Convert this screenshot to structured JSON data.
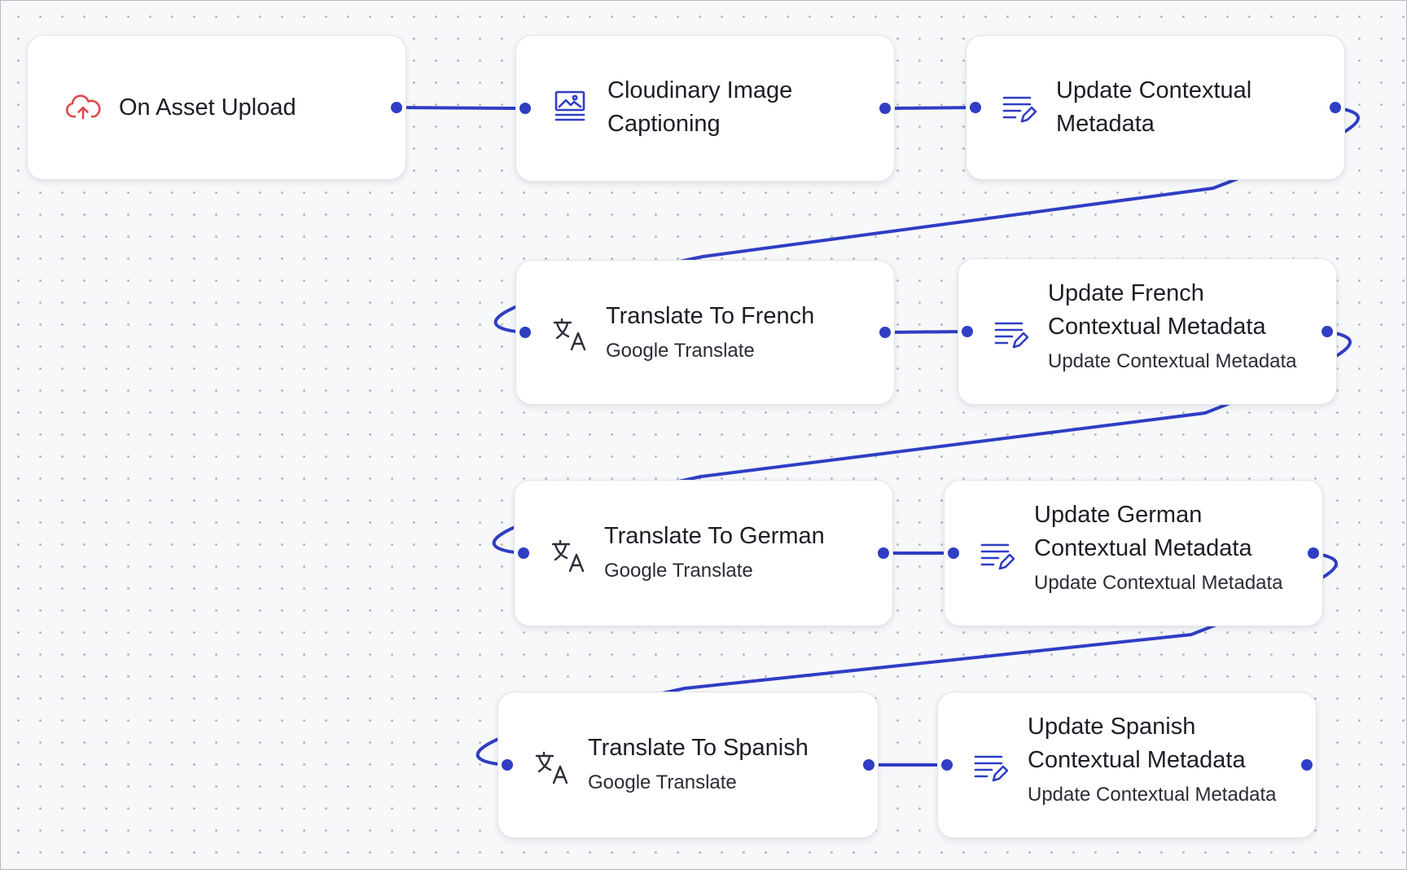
{
  "colors": {
    "edge": "#2f3ec4",
    "handle": "#2f3ec4",
    "trigger_icon": "#e0484d",
    "action_icon": "#2f3ec4",
    "translate_icon": "#2b2f3a",
    "canvas_bg": "#f7f8fa"
  },
  "nodes": [
    {
      "id": "on-asset-upload",
      "title": "On Asset Upload",
      "subtitle": "",
      "icon": "cloud-upload-icon"
    },
    {
      "id": "cloudinary-image-captioning",
      "title": "Cloudinary Image Captioning",
      "subtitle": "",
      "icon": "image-caption-icon"
    },
    {
      "id": "update-contextual-metadata",
      "title": "Update Contextual Metadata",
      "subtitle": "",
      "icon": "edit-list-icon"
    },
    {
      "id": "translate-to-french",
      "title": "Translate To French",
      "subtitle": "Google Translate",
      "icon": "translate-icon"
    },
    {
      "id": "update-french-contextual-metadata",
      "title": "Update French Contextual Metadata",
      "subtitle": "Update Contextual Metadata",
      "icon": "edit-list-icon"
    },
    {
      "id": "translate-to-german",
      "title": "Translate To German",
      "subtitle": "Google Translate",
      "icon": "translate-icon"
    },
    {
      "id": "update-german-contextual-metadata",
      "title": "Update German Contextual Metadata",
      "subtitle": "Update Contextual Metadata",
      "icon": "edit-list-icon"
    },
    {
      "id": "translate-to-spanish",
      "title": "Translate To Spanish",
      "subtitle": "Google Translate",
      "icon": "translate-icon"
    },
    {
      "id": "update-spanish-contextual-metadata",
      "title": "Update Spanish Contextual Metadata",
      "subtitle": "Update Contextual Metadata",
      "icon": "edit-list-icon"
    }
  ],
  "edges": [
    {
      "from": "on-asset-upload",
      "to": "cloudinary-image-captioning"
    },
    {
      "from": "cloudinary-image-captioning",
      "to": "update-contextual-metadata"
    },
    {
      "from": "update-contextual-metadata",
      "to": "translate-to-french"
    },
    {
      "from": "translate-to-french",
      "to": "update-french-contextual-metadata"
    },
    {
      "from": "update-french-contextual-metadata",
      "to": "translate-to-german"
    },
    {
      "from": "translate-to-german",
      "to": "update-german-contextual-metadata"
    },
    {
      "from": "update-german-contextual-metadata",
      "to": "translate-to-spanish"
    },
    {
      "from": "translate-to-spanish",
      "to": "update-spanish-contextual-metadata"
    }
  ]
}
